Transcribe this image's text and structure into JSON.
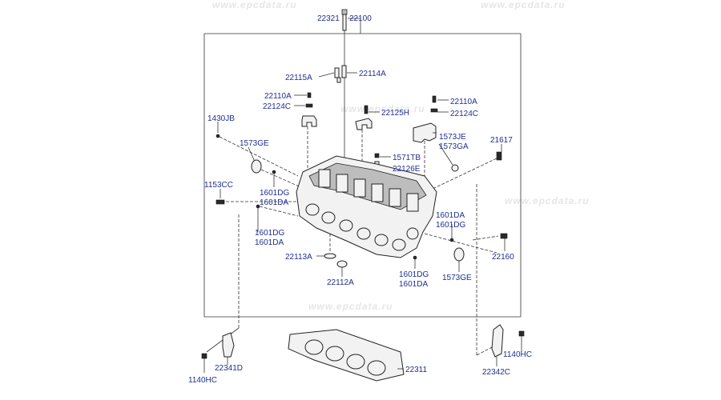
{
  "watermark": {
    "text": "www.epcdata.ru"
  },
  "labels": {
    "p22321": "22321",
    "p22100": "22100",
    "p22115A": "22115A",
    "p22114A": "22114A",
    "p22110A_l": "22110A",
    "p22124C_l": "22124C",
    "p22125H": "22125H",
    "p22110A_r": "22110A",
    "p22124C_r": "22124C",
    "p1430JB": "1430JB",
    "p1573GE_l": "1573GE",
    "p1573JE": "1573JE",
    "p1573GA": "1573GA",
    "p21617": "21617",
    "p1571TB": "1571TB",
    "p22126E": "22126E",
    "p1153CC": "1153CC",
    "p1601DG_a": "1601DG",
    "p1601DA_a": "1601DA",
    "p1601DA_b": "1601DA",
    "p1601DG_b": "1601DG",
    "p1601DG_c": "1601DG",
    "p1601DA_c": "1601DA",
    "p22113A": "22113A",
    "p22112A": "22112A",
    "p1601DG_d": "1601DG",
    "p1601DA_d": "1601DA",
    "p1573GE_r": "1573GE",
    "p22160": "22160",
    "p22341D": "22341D",
    "p1140HC_l": "1140HC",
    "p22311": "22311",
    "p22342C": "22342C",
    "p1140HC_r": "1140HC"
  }
}
